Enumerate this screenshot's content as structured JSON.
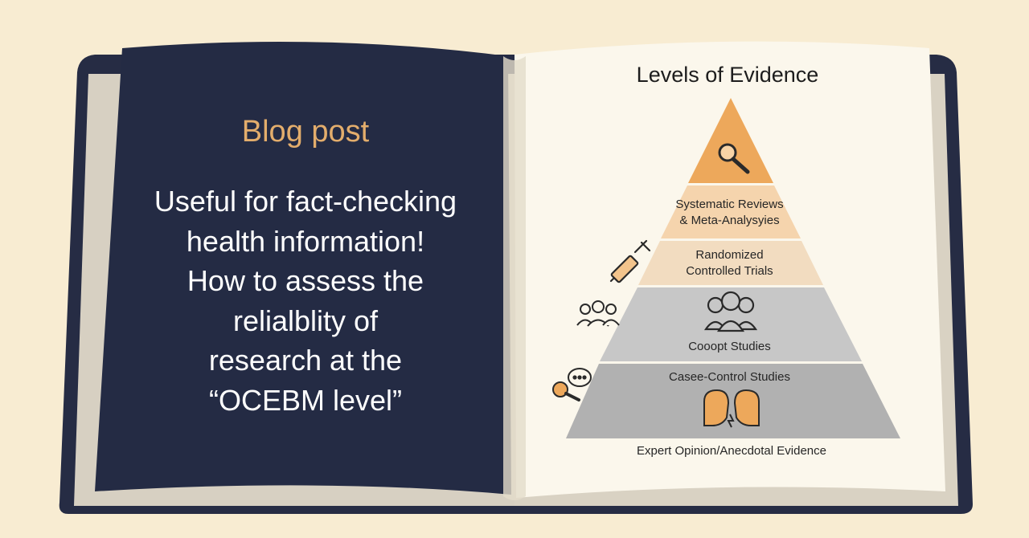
{
  "left_page": {
    "label": "Blog post",
    "body": "Useful for fact-checking\nhealth information!\nHow to assess the\nrelialblity of\nresearch at the\n“OCEBM level”"
  },
  "pyramid": {
    "title": "Levels of Evidence",
    "tiers": [
      {
        "label": "Systematic Reviews\n& Meta-Analysyies",
        "icon": "magnifier-icon"
      },
      {
        "label": "Randomized\nControlled Trials",
        "icon": "syringe-icon"
      },
      {
        "label": "Cooopt Studies",
        "icon": "group-icon"
      },
      {
        "label": "Casee-Control Studies",
        "icon": "faces-icon"
      }
    ],
    "footer": "Expert Opinion/Anecdotal Evidence"
  },
  "colors": {
    "background": "#f8ecd2",
    "left_page": "#242b44",
    "right_page": "#fbf7ec",
    "accent": "#e3ad6c",
    "tier_top": "#eda85b",
    "tier_2": "#f5d4ad",
    "tier_3": "#f2dcc0",
    "tier_4": "#c7c7c7",
    "tier_5": "#b1b1b1"
  }
}
